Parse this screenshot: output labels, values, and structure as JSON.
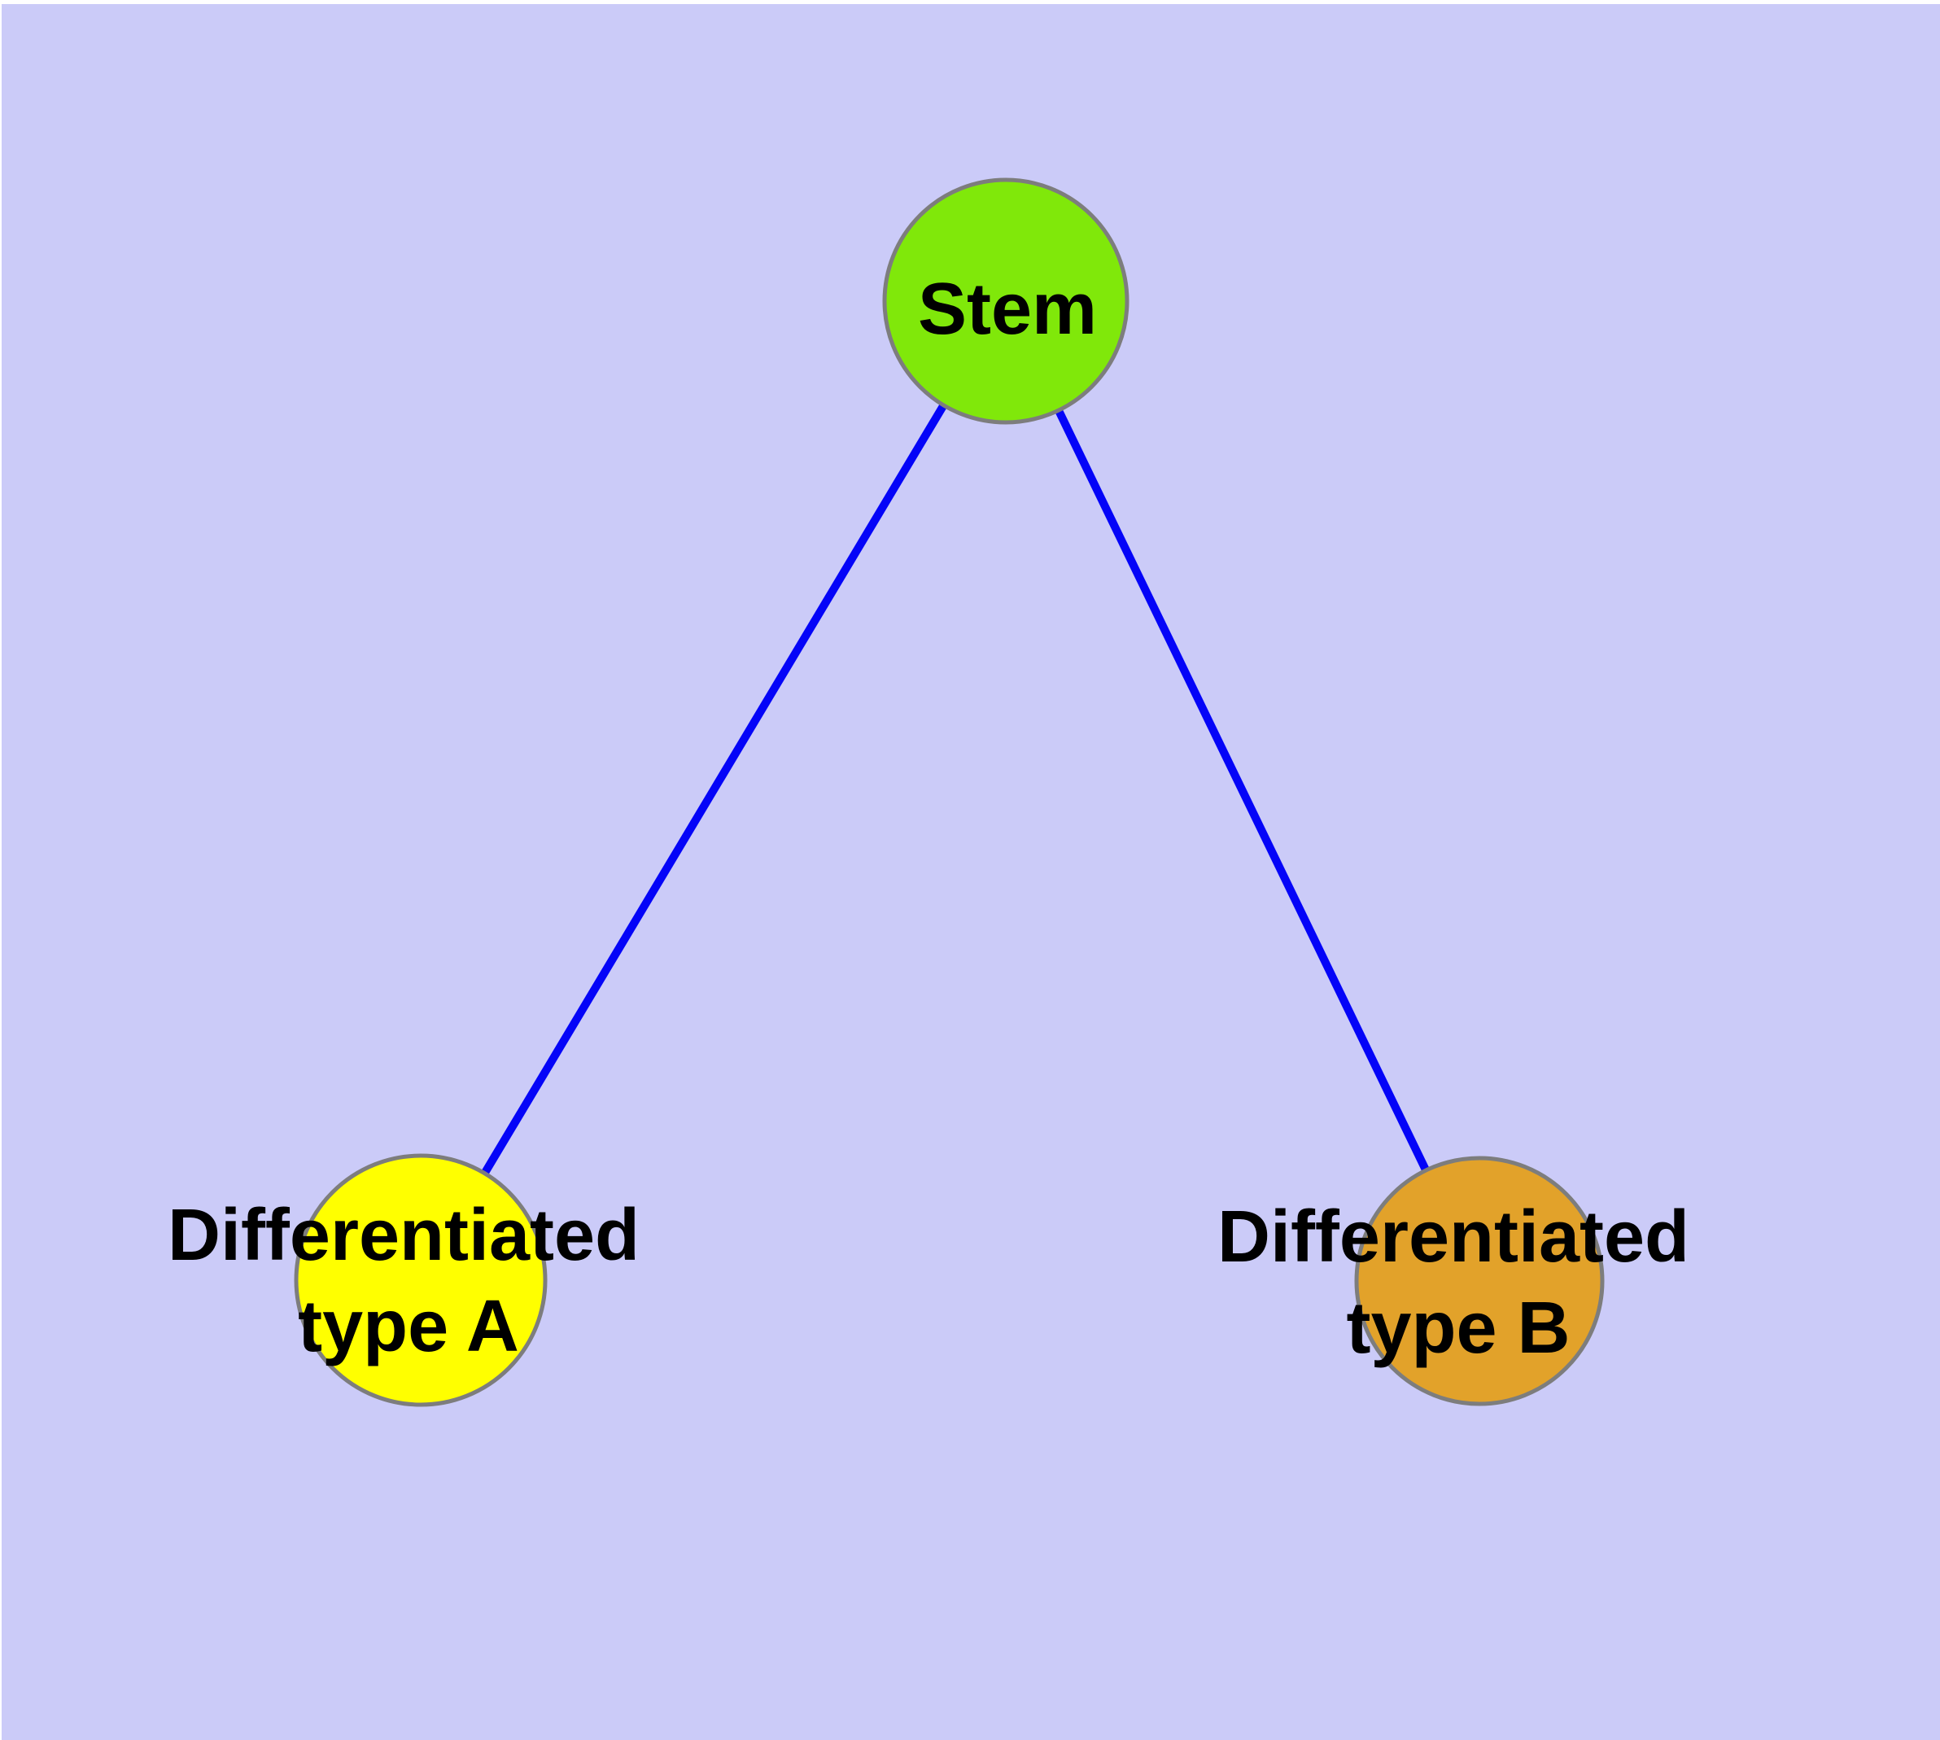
{
  "diagram": {
    "type": "node-link-graph",
    "description": "Cell differentiation hierarchy: a stem node connected to two differentiated cell type nodes",
    "background_color": "#cbcbf8",
    "margin_color": "#ffffff",
    "edge_color": "#0404f8",
    "node_border_color": "#7d7d7d",
    "label_color": "#000000",
    "nodes": [
      {
        "id": "stem",
        "label": "Stem",
        "color": "#80e80a",
        "shape": "circle"
      },
      {
        "id": "differentiated-type-a",
        "label": "Differentiated type A",
        "label_lines": [
          "Differentiated",
          "type A"
        ],
        "color": "#ffff00",
        "shape": "circle"
      },
      {
        "id": "differentiated-type-b",
        "label": "Differentiated type B",
        "label_lines": [
          "Differentiated",
          "type B"
        ],
        "color": "#e2a22a",
        "shape": "circle"
      }
    ],
    "edges": [
      {
        "from": "Stem",
        "to": "Differentiated type A"
      },
      {
        "from": "Stem",
        "to": "Differentiated type B"
      }
    ]
  }
}
